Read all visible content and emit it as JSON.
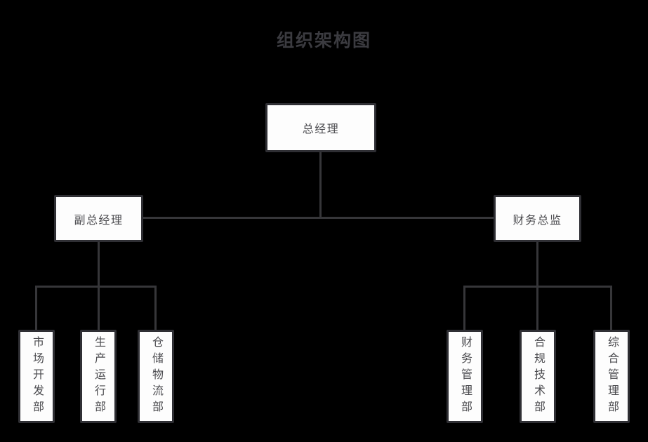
{
  "title": "组织架构图",
  "colors": {
    "background": "#000000",
    "box_fill": "#fdfdfd",
    "box_border": "#2f2f34",
    "line": "#363639",
    "text": "#4b4b4f",
    "title_text": "#3b3b40"
  },
  "org": {
    "root": {
      "label": "总经理"
    },
    "branches": [
      {
        "label": "副总经理",
        "departments": [
          {
            "label": "市场开发部"
          },
          {
            "label": "生产运行部"
          },
          {
            "label": "仓储物流部"
          }
        ]
      },
      {
        "label": "财务总监",
        "departments": [
          {
            "label": "财务管理部"
          },
          {
            "label": "合规技术部"
          },
          {
            "label": "综合管理部"
          }
        ]
      }
    ]
  }
}
